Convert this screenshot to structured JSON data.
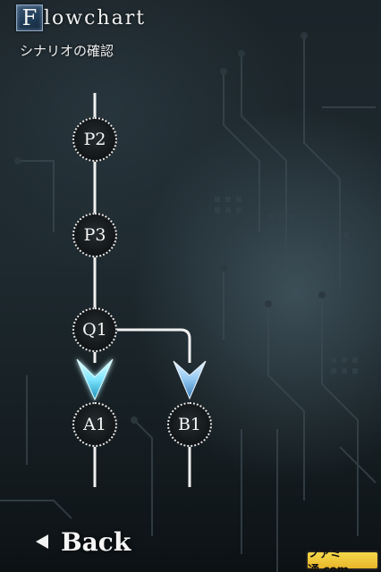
{
  "header": {
    "title_initial": "F",
    "title_rest": "lowchart",
    "subtitle": "シナリオの確認"
  },
  "flowchart": {
    "nodes": [
      {
        "id": "P2",
        "label": "P2"
      },
      {
        "id": "P3",
        "label": "P3"
      },
      {
        "id": "Q1",
        "label": "Q1"
      },
      {
        "id": "A1",
        "label": "A1"
      },
      {
        "id": "B1",
        "label": "B1"
      }
    ],
    "connections": [
      {
        "from": "P2",
        "to": "P3"
      },
      {
        "from": "P3",
        "to": "Q1"
      },
      {
        "from": "Q1",
        "to": "A1",
        "arrow": "highlighted"
      },
      {
        "from": "Q1",
        "to": "B1",
        "arrow": "normal"
      }
    ]
  },
  "footer": {
    "back_label": "Back"
  },
  "watermark": {
    "text": "ファミ通.com"
  },
  "colors": {
    "node_border": "#e8e8e8",
    "line": "#f0f0f0",
    "arrow_highlight": "#7fe6ff",
    "arrow_normal": "#8fc6f0"
  }
}
